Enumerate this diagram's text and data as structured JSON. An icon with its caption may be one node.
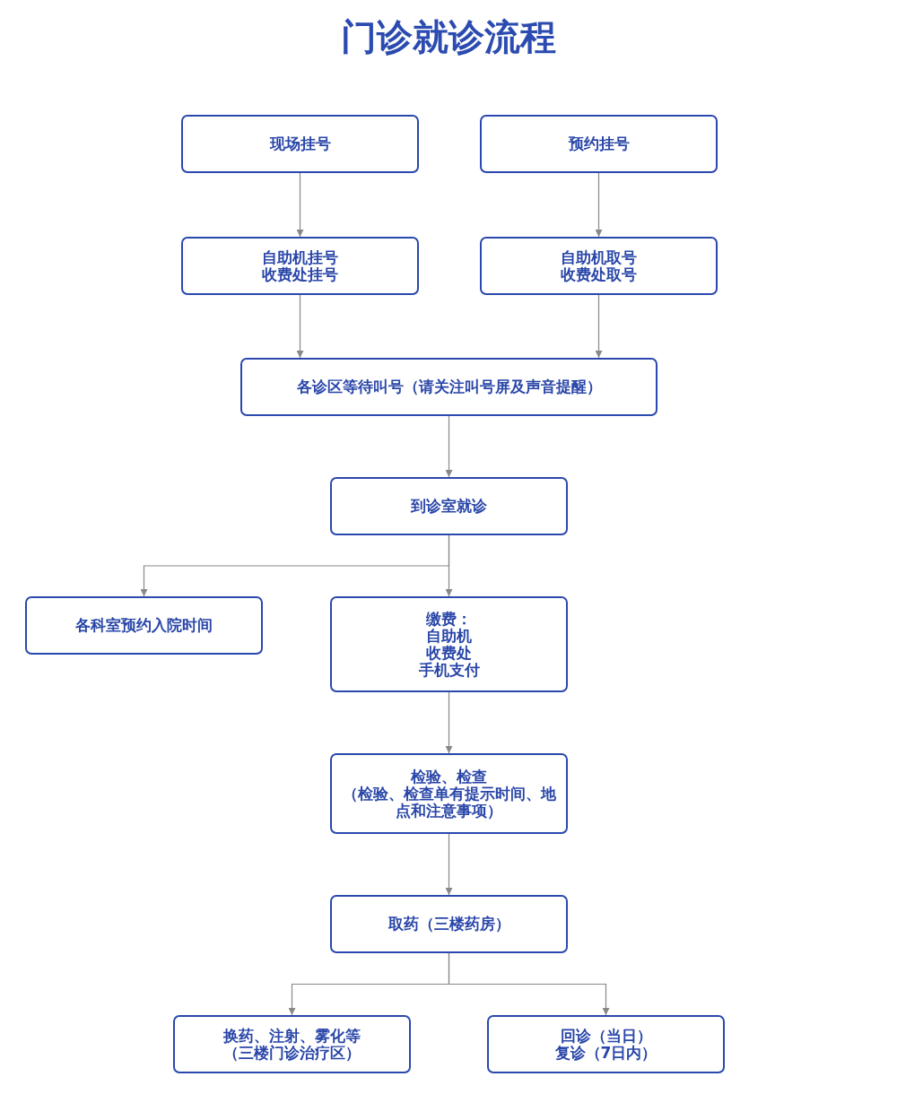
{
  "diagram": {
    "title": "门诊就诊流程",
    "nodes": [
      {
        "text": [
          "现场挂号"
        ]
      },
      {
        "text": [
          "预约挂号"
        ]
      },
      {
        "text": [
          "自助机挂号",
          "收费处挂号"
        ]
      },
      {
        "text": [
          "自助机取号",
          "收费处取号"
        ]
      },
      {
        "text": [
          "各诊区等待叫号（请关注叫号屏及声音提醒）"
        ]
      },
      {
        "text": [
          "到诊室就诊"
        ]
      },
      {
        "text": [
          "各科室预约入院时间"
        ]
      },
      {
        "text": [
          "缴费：",
          "自助机",
          "收费处",
          "手机支付"
        ]
      },
      {
        "text": [
          "检验、检查",
          "（检验、检查单有提示时间、地点和注意事项）"
        ]
      },
      {
        "text": [
          "取药（三楼药房）"
        ]
      },
      {
        "text": [
          "换药、注射、雾化等",
          "（三楼门诊治疗区）"
        ]
      },
      {
        "text": [
          "回诊（当日）",
          "复诊（7日内）"
        ]
      }
    ],
    "edges": [
      {
        "from": 0,
        "to": 2,
        "arrow": "to"
      },
      {
        "from": 1,
        "to": 3,
        "arrow": "to"
      },
      {
        "from": 2,
        "to": 4,
        "arrow": "to"
      },
      {
        "from": 3,
        "to": 4,
        "arrow": "to"
      },
      {
        "from": 4,
        "to": 5,
        "arrow": "to"
      },
      {
        "from": 5,
        "to": 6,
        "arrow": "to"
      },
      {
        "from": 5,
        "to": 7,
        "arrow": "to"
      },
      {
        "from": 7,
        "to": 8,
        "arrow": "to"
      },
      {
        "from": 8,
        "to": 9,
        "arrow": "to"
      },
      {
        "from": 9,
        "to": 10,
        "arrow": "to"
      },
      {
        "from": 9,
        "to": 11,
        "arrow": "to"
      }
    ]
  }
}
